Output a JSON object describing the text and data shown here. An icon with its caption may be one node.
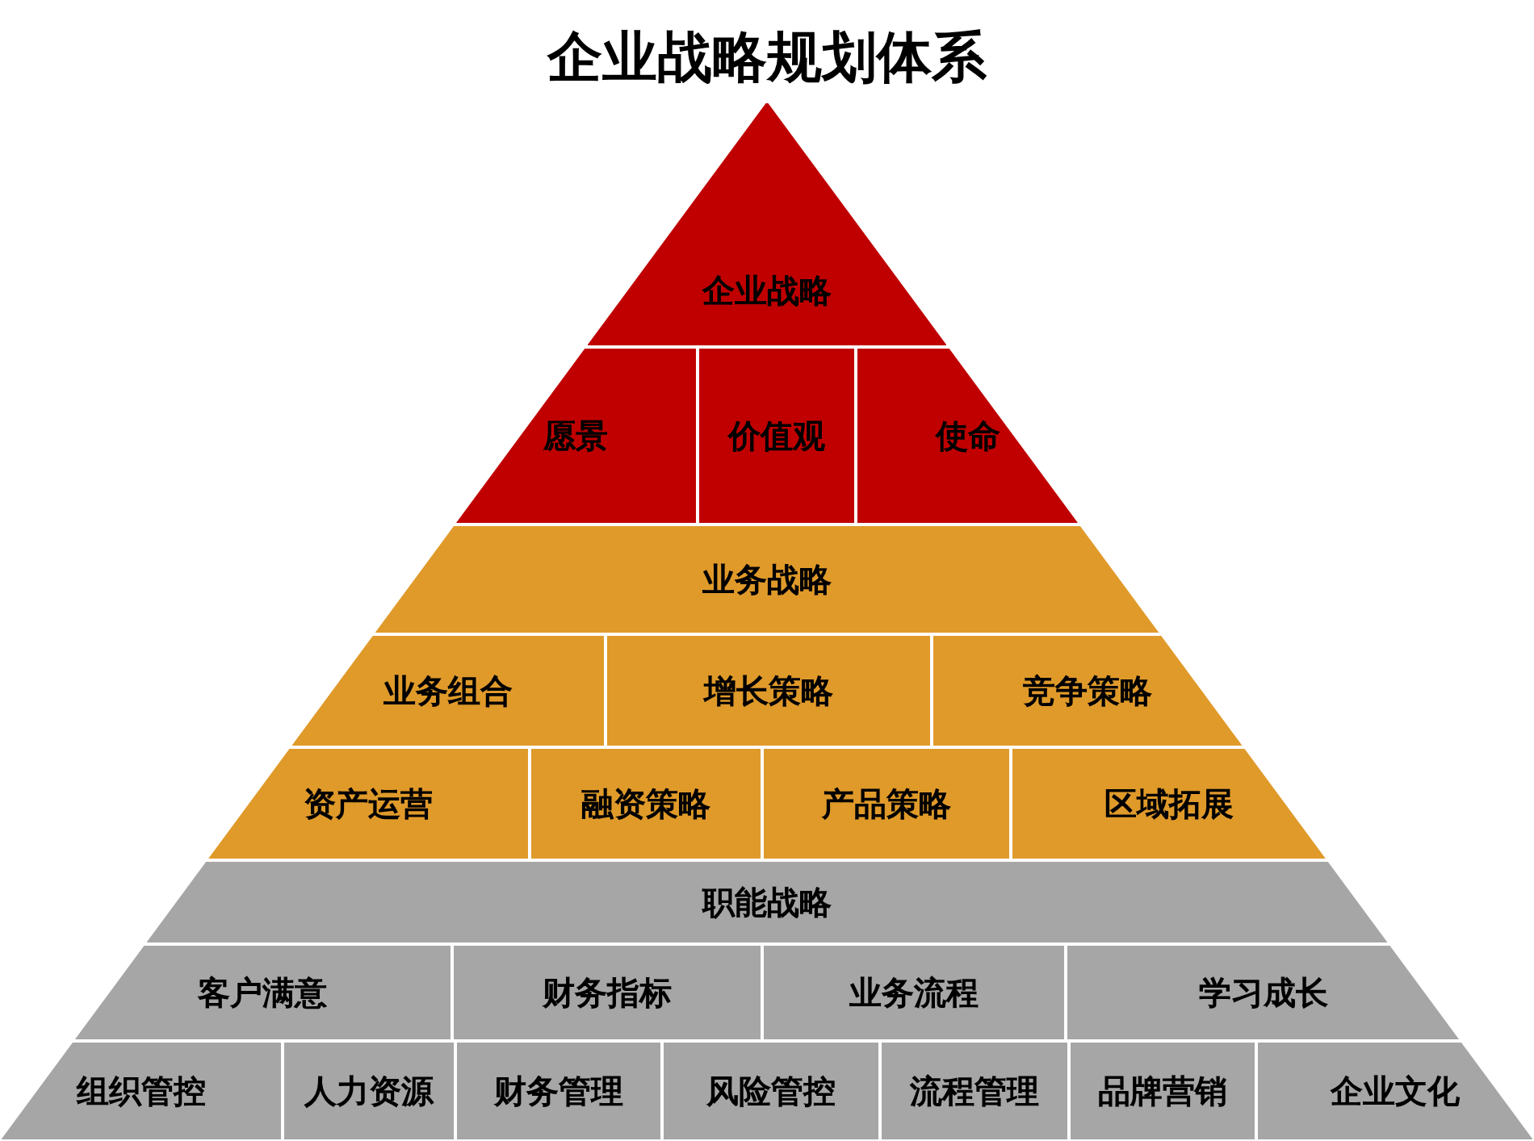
{
  "diagram": {
    "title": "企业战略规划体系",
    "nodes": [
      {
        "text": [
          "企业战略"
        ]
      },
      {
        "text": [
          "愿景"
        ]
      },
      {
        "text": [
          "价值观"
        ]
      },
      {
        "text": [
          "使命"
        ]
      },
      {
        "text": [
          "业务战略"
        ]
      },
      {
        "text": [
          "业务组合"
        ]
      },
      {
        "text": [
          "增长策略"
        ]
      },
      {
        "text": [
          "竞争策略"
        ]
      },
      {
        "text": [
          "资产运营"
        ]
      },
      {
        "text": [
          "融资策略"
        ]
      },
      {
        "text": [
          "产品策略"
        ]
      },
      {
        "text": [
          "区域拓展"
        ]
      },
      {
        "text": [
          "职能战略"
        ]
      },
      {
        "text": [
          "客户满意"
        ]
      },
      {
        "text": [
          "财务指标"
        ]
      },
      {
        "text": [
          "业务流程"
        ]
      },
      {
        "text": [
          "学习成长"
        ]
      },
      {
        "text": [
          "组织管控"
        ]
      },
      {
        "text": [
          "人力资源"
        ]
      },
      {
        "text": [
          "财务管理"
        ]
      },
      {
        "text": [
          "风险管控"
        ]
      },
      {
        "text": [
          "流程管理"
        ]
      },
      {
        "text": [
          "品牌营销"
        ]
      },
      {
        "text": [
          "企业文化"
        ]
      }
    ]
  }
}
